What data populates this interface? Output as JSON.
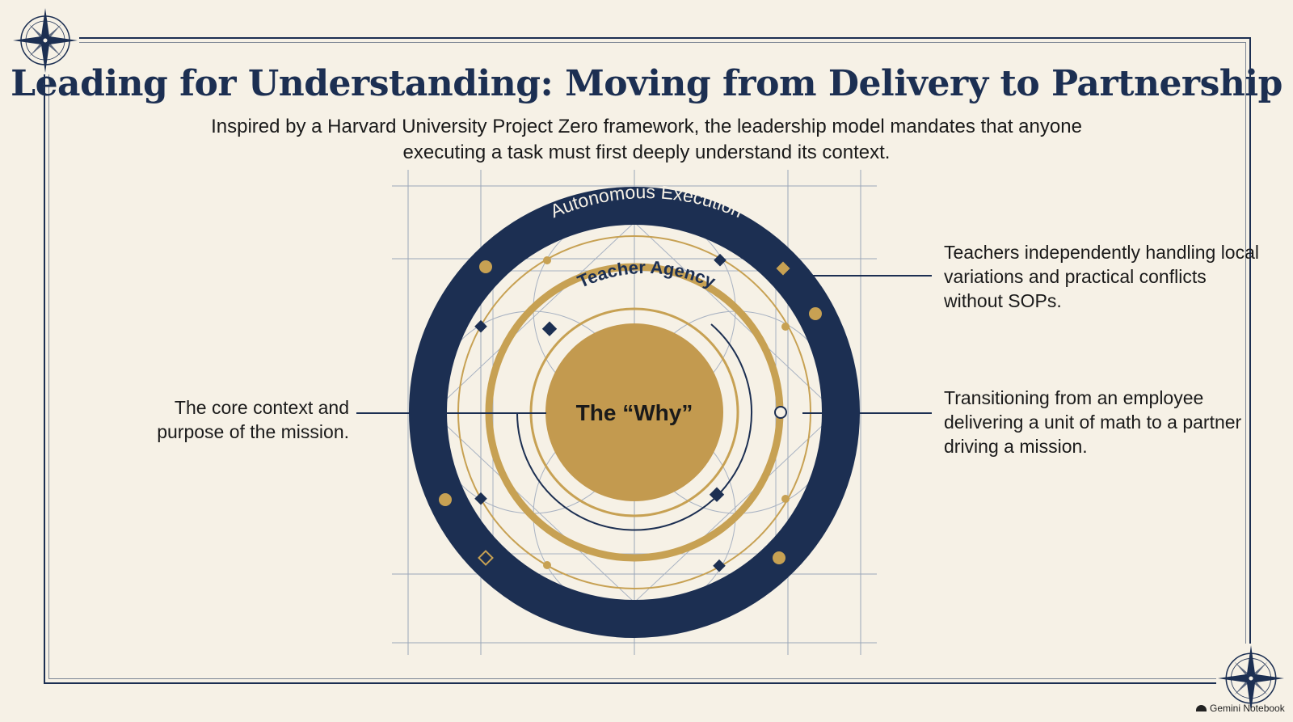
{
  "title": "Leading for Understanding: Moving from Delivery to Partnership",
  "subtitle": "Inspired by a Harvard University Project Zero framework, the leadership model mandates that anyone executing a task must first deeply understand its context.",
  "diagram": {
    "outer_ring_label": "Autonomous Execution",
    "middle_ring_label": "Teacher Agency",
    "core_label": "The “Why”"
  },
  "callouts": {
    "left": "The core context and purpose of the mission.",
    "right_top": "Teachers independently handling local variations and practical conflicts without SOPs.",
    "right_bottom": "Transitioning from an employee delivering a unit of math to a partner driving a mission."
  },
  "watermark": "Gemini Notebook",
  "colors": {
    "navy": "#1c2f52",
    "gold": "#c7a153",
    "background": "#f6f1e6"
  }
}
